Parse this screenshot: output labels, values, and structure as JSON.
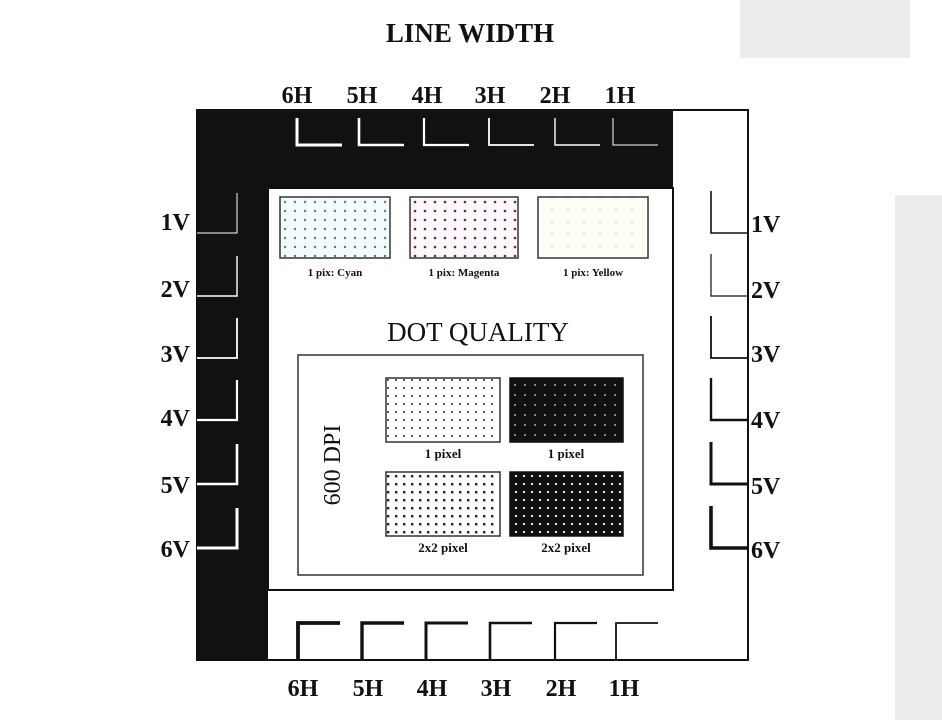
{
  "title": "LINE WIDTH",
  "top_labels": [
    "6H",
    "5H",
    "4H",
    "3H",
    "2H",
    "1H"
  ],
  "bottom_labels": [
    "6H",
    "5H",
    "4H",
    "3H",
    "2H",
    "1H"
  ],
  "left_labels": [
    "1V",
    "2V",
    "3V",
    "4V",
    "5V",
    "6V"
  ],
  "right_labels": [
    "1V",
    "2V",
    "3V",
    "4V",
    "5V",
    "6V"
  ],
  "color_patches": [
    {
      "label": "1 pix: Cyan",
      "color": "#7fd0e0"
    },
    {
      "label": "1 pix: Magenta",
      "color": "#9a5a80"
    },
    {
      "label": "1 pix: Yellow",
      "color": "#f0e8b0"
    }
  ],
  "dot_quality": {
    "heading": "DOT QUALITY",
    "resolution": "600 DPI",
    "patches": [
      {
        "label": "1 pixel"
      },
      {
        "label": "1 pixel"
      },
      {
        "label": "2x2 pixel"
      },
      {
        "label": "2x2 pixel"
      }
    ]
  }
}
